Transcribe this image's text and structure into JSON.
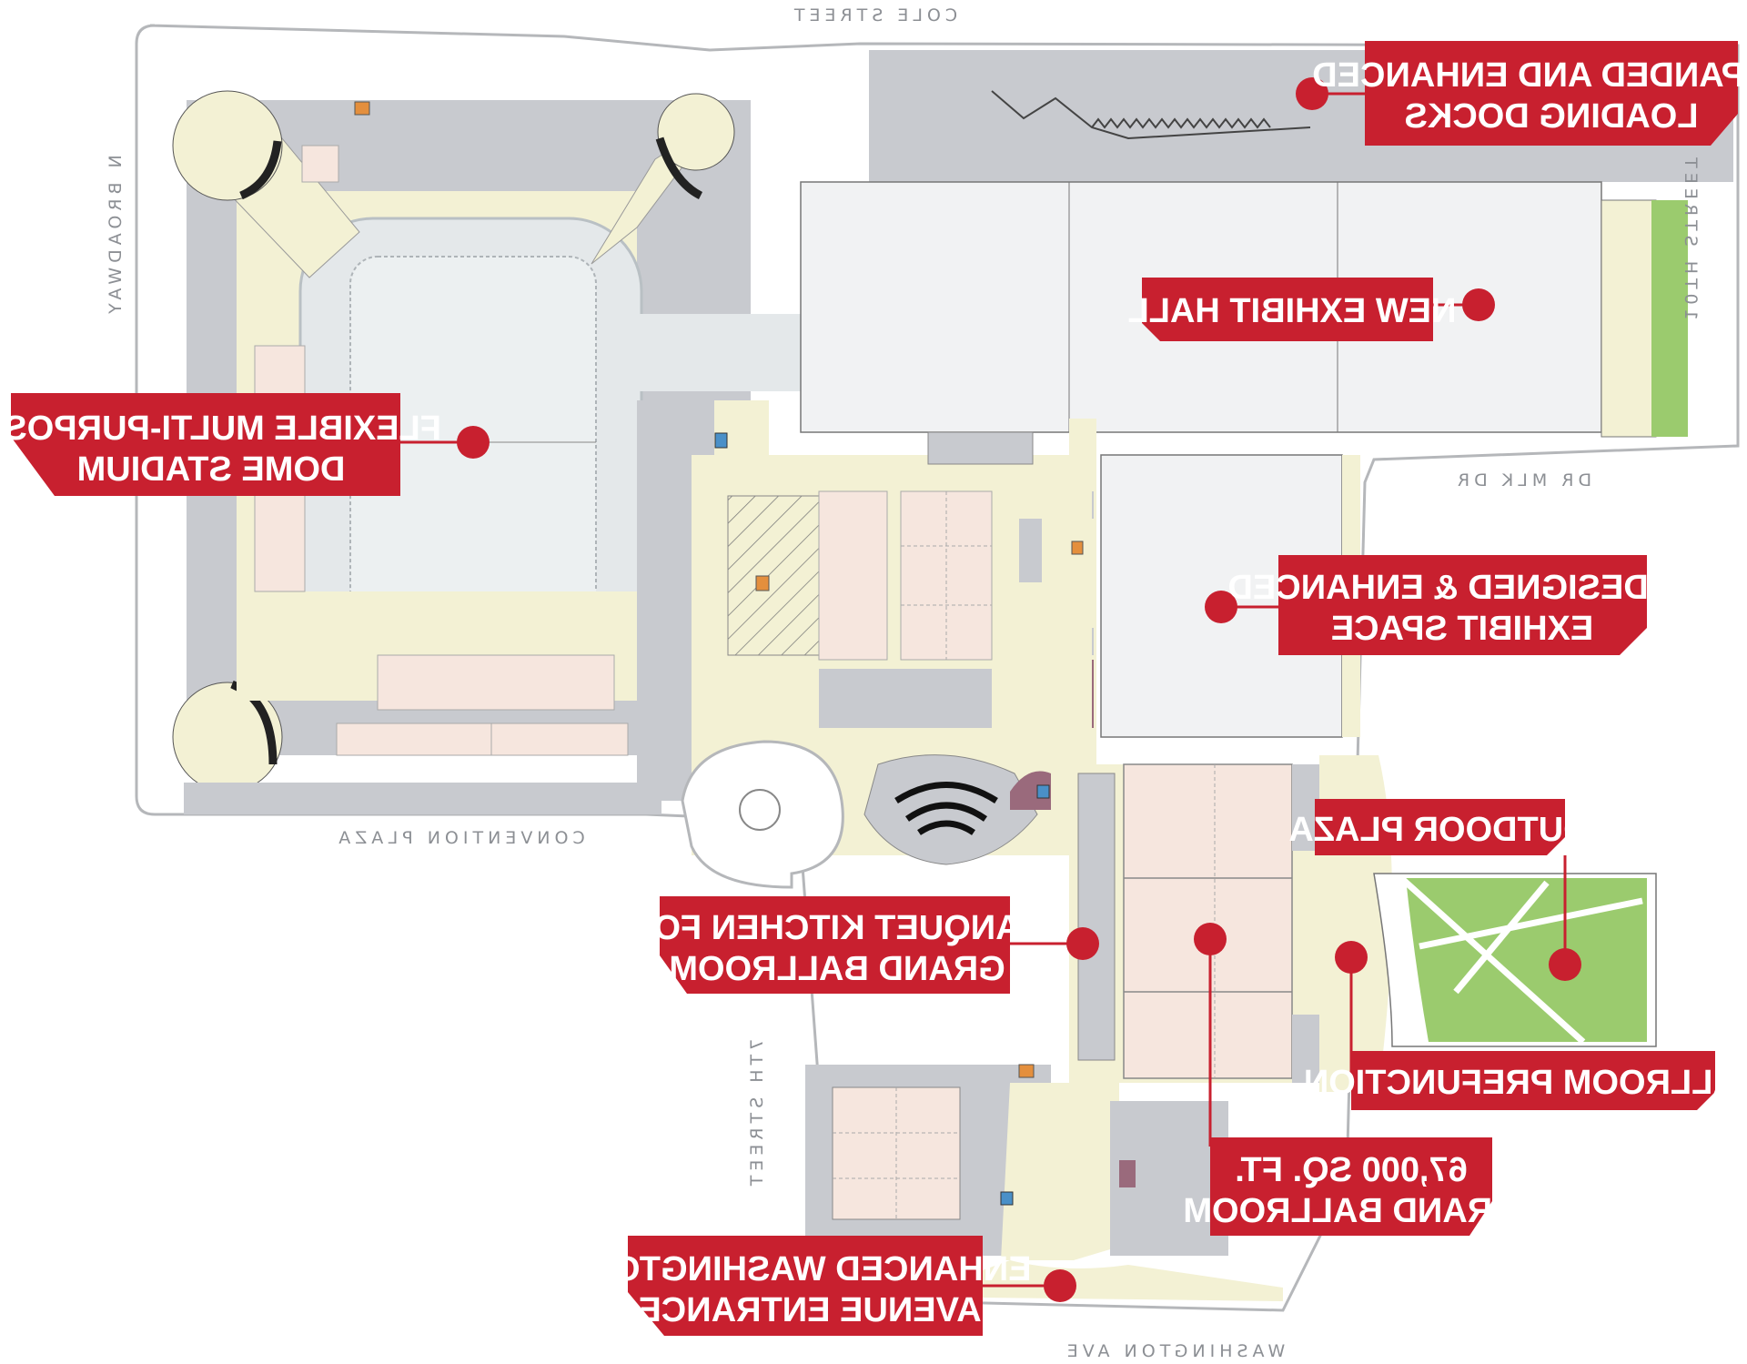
{
  "streets": {
    "cole": "COLE STREET",
    "broadway": "N BROADWAY",
    "tenth": "10TH STREET",
    "mlk": "DR MLK DR",
    "convention": "CONVENTION PLAZA",
    "seventh": "7TH STREET",
    "washington": "WASHINGTON AVE"
  },
  "callouts": {
    "loading_docks": [
      "EXPANDED AND ENHANCED",
      "LOADING DOCKS"
    ],
    "exhibit_hall": [
      "NEW EXHIBIT HALL"
    ],
    "dome": [
      "FLEXIBLE MULTI-PURPOSE",
      "DOME STADIUM"
    ],
    "redesigned": [
      "REDESIGNED & ENHANCED",
      "EXHIBIT SPACE"
    ],
    "outdoor_plaza": [
      "OUTDOOR PLAZA"
    ],
    "banquet": [
      "BANQUET KITCHEN FOR",
      "GRAND BALLROOM"
    ],
    "prefunction": [
      "BALLROOM PREFUNCTION"
    ],
    "grand_ballroom": [
      "67,000 SQ. FT.",
      "GRAND BALLROOM"
    ],
    "washington_entrance": [
      "ENHANCED WASHINGTON",
      "AVENUE ENTRANCE"
    ]
  },
  "colors": {
    "brand_red": "#c8202f",
    "building_gray": "#c8cacf",
    "exhibit_light": "#f1f2f3",
    "concourse_cream": "#f3f1d4",
    "room_peach": "#f6e6de",
    "green_space": "#9bcb6e",
    "street_text": "#8c8f94"
  }
}
